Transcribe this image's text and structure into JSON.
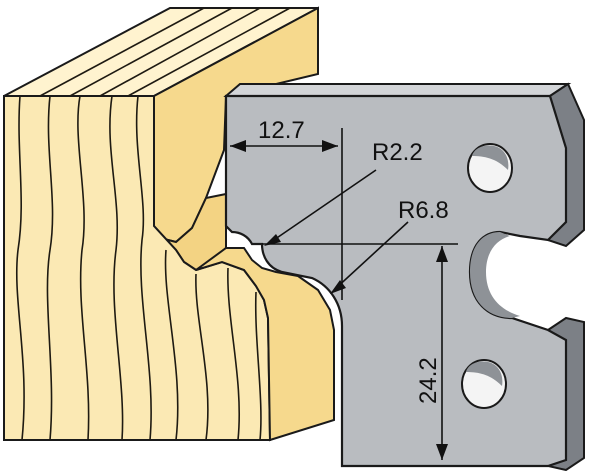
{
  "dimensions": {
    "width_label": "12.7",
    "small_radius_label": "R2.2",
    "large_radius_label": "R6.8",
    "height_label": "24.2"
  },
  "colors": {
    "wood_light": "#fbe9b4",
    "wood_mid": "#f6d98d",
    "wood_top": "#fff3cf",
    "grain_line": "#1e1a12",
    "blade_face": "#b9bcc0",
    "blade_side": "#7c8086",
    "blade_top": "#d3d5d8",
    "hole_shadow": "#8e9297",
    "outline": "#1a1a1a",
    "dimension_line": "#111111"
  }
}
